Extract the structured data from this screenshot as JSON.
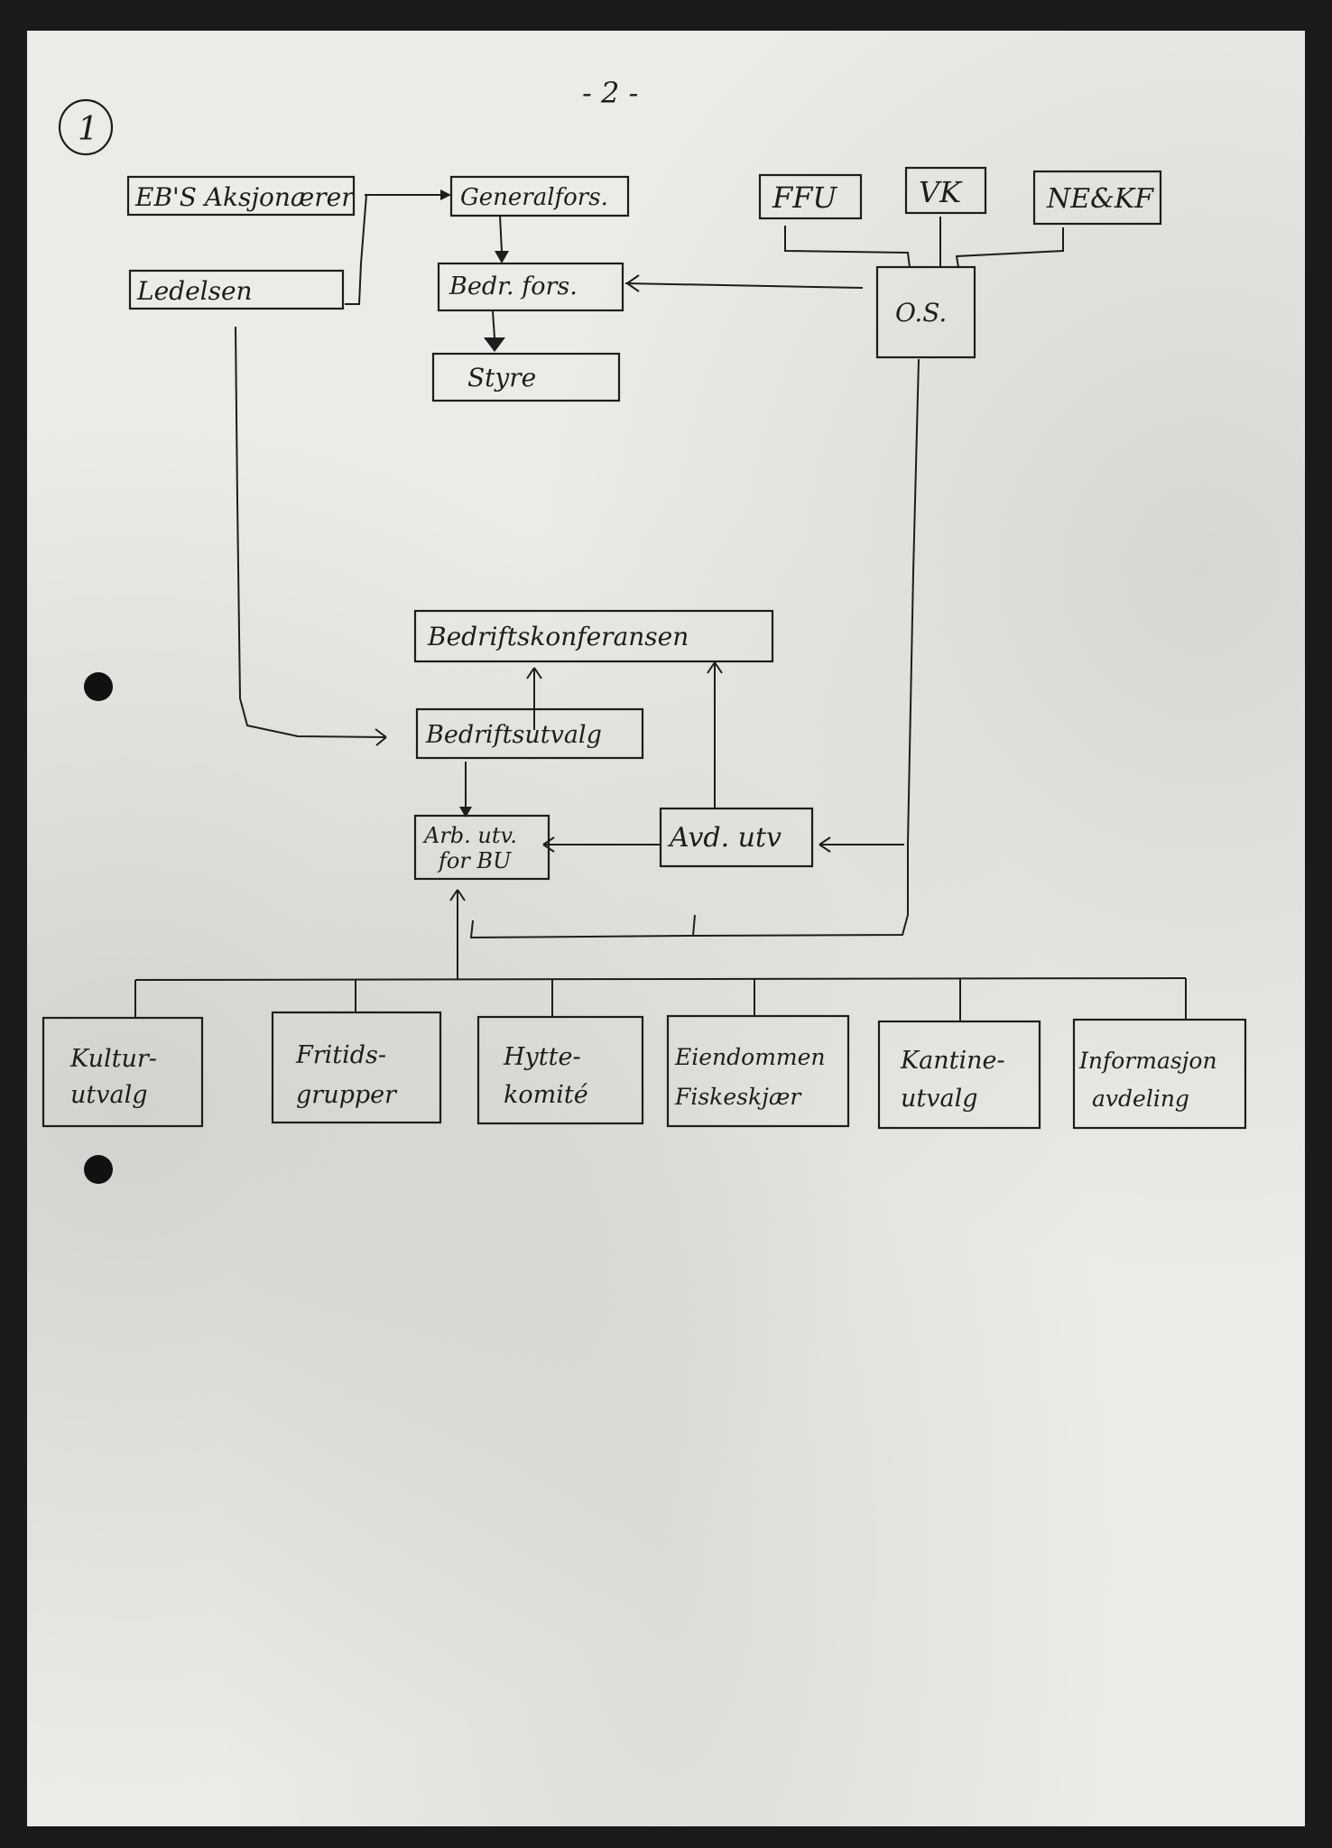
{
  "page": {
    "number": "- 2 -",
    "circled_number": "1"
  },
  "nodes": {
    "eb_aksjonaerer": "EB'S Aksjonærer",
    "ledelsen": "Ledelsen",
    "generalfors": "Generalfors.",
    "bedr_fors": "Bedr. fors.",
    "styre": "Styre",
    "ffu": "FFU",
    "vk": "VK",
    "ne_kf": "NE&KF",
    "os": "O.S.",
    "bedriftskonferansen": "Bedriftskonferansen",
    "bedriftsutvalg": "Bedriftsutvalg",
    "arb_utv_line1": "Arb. utv.",
    "arb_utv_line2": "for BU",
    "avd_utv": "Avd. utv"
  },
  "bottom_row": [
    {
      "line1": "Kultur-",
      "line2": "utvalg"
    },
    {
      "line1": "Fritids-",
      "line2": "grupper"
    },
    {
      "line1": "Hytte-",
      "line2": "komité"
    },
    {
      "line1": "Eiendommen",
      "line2": "Fiskeskjær"
    },
    {
      "line1": "Kantine-",
      "line2": "utvalg"
    },
    {
      "line1": "Informasjon",
      "line2": "avdeling"
    }
  ]
}
